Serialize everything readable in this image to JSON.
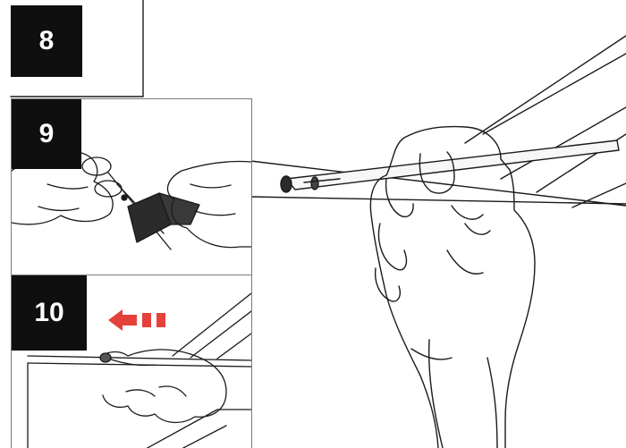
{
  "steps": [
    {
      "number": "8",
      "illustration": "hand-holding-strip"
    },
    {
      "number": "9",
      "illustration": "scissors-cutting-strip"
    },
    {
      "number": "10",
      "illustration": "finger-pressing-strip"
    }
  ],
  "colors": {
    "label_background": "#0f0f0f",
    "label_text": "#ffffff",
    "direction_arrow": "#e5403a",
    "line_art": "#1a1a1a"
  },
  "icons": {
    "direction_arrow": "left-arrow-icon"
  }
}
